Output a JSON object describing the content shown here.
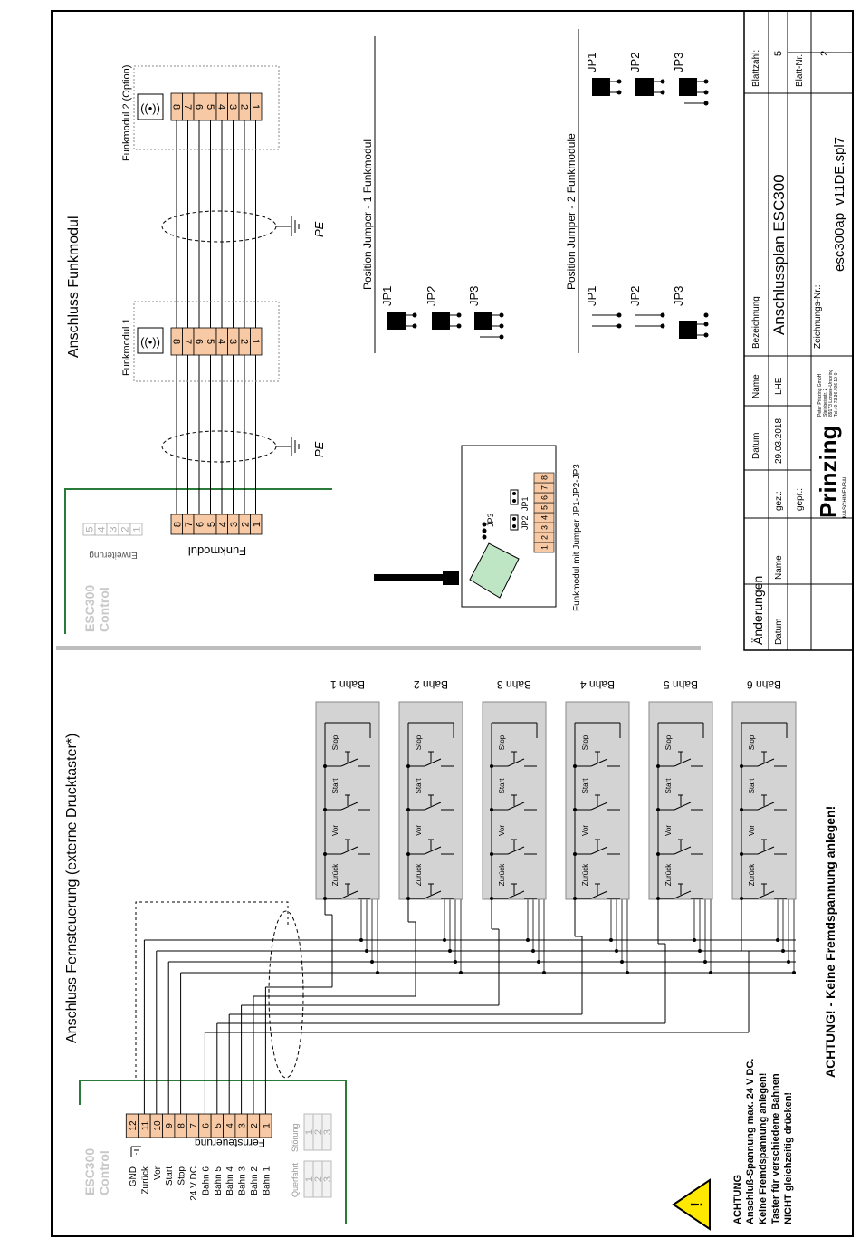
{
  "sections": {
    "funkmodul_title": "Anschluss Funkmodul",
    "fernsteuerung_title": "Anschluss Fernsteuerung (externe Drucktaster*)"
  },
  "brand_top": [
    "ESC300",
    "Control"
  ],
  "brand_bottom": [
    "ESC300",
    "Control"
  ],
  "erweiterung": {
    "label": "Erweiterung",
    "pins": [
      "5",
      "4",
      "3",
      "2",
      "1"
    ]
  },
  "funkmodul_connector": {
    "label": "Funkmodul",
    "pins": [
      "8",
      "7",
      "6",
      "5",
      "4",
      "3",
      "2",
      "1"
    ]
  },
  "module1": {
    "label": "Funkmodul 1",
    "pins": [
      "8",
      "7",
      "6",
      "5",
      "4",
      "3",
      "2",
      "1"
    ]
  },
  "module2": {
    "label": "Funkmodul 2 (Option)",
    "pins": [
      "8",
      "7",
      "6",
      "5",
      "4",
      "3",
      "2",
      "1"
    ]
  },
  "pe_label": "PE",
  "jumper1": {
    "title": "Position Jumper - 1 Funkmodul",
    "labels": [
      "JP1",
      "JP2",
      "JP3"
    ]
  },
  "jumper2": {
    "title": "Position Jumper - 2 Funkmodule",
    "labels": [
      "JP1",
      "JP2",
      "JP3"
    ]
  },
  "module_photo": {
    "caption": "Funkmodul mit Jumper JP1-JP2-JP3",
    "pins": [
      "1",
      "2",
      "3",
      "4",
      "5",
      "6",
      "7",
      "8"
    ],
    "jp_labels": [
      "JP3",
      "JP2",
      "JP1"
    ]
  },
  "fernsteuerung_connector": {
    "label": "Fernsteuerung",
    "pins": [
      "12",
      "11",
      "10",
      "9",
      "8",
      "7",
      "6",
      "5",
      "4",
      "3",
      "2",
      "1"
    ],
    "signals": [
      "GND",
      "Zurück",
      "Vor",
      "Start",
      "Stop",
      "24 V DC",
      "Bahn 6",
      "Bahn 5",
      "Bahn 4",
      "Bahn 3",
      "Bahn 2",
      "Bahn 1"
    ]
  },
  "querfahrt": {
    "label": "Querfahrt",
    "pins": [
      "1",
      "2",
      "3"
    ]
  },
  "stoerung": {
    "label": "Störung",
    "pins": [
      "1",
      "2",
      "3"
    ]
  },
  "lanes": [
    "Bahn 1",
    "Bahn 2",
    "Bahn 3",
    "Bahn 4",
    "Bahn 5",
    "Bahn 6"
  ],
  "buttons": [
    "Stop",
    "Start",
    "Vor",
    "Zurück"
  ],
  "warning": {
    "title": "ACHTUNG",
    "lines": [
      "Anschluß-Spannung max. 24 V DC.",
      "Keine Fremdspannung anlegen!",
      "Taster für verschiedene Bahnen",
      "NICHT gleichzeitig drücken!"
    ],
    "bottom": "ACHTUNG! - Keine Fremdspannung anlegen!"
  },
  "title_block": {
    "blattzahl_label": "Blattzahl:",
    "blattzahl": "5",
    "blattnr_label": "Blatt-Nr.:",
    "blattnr": "2",
    "bezeichnung_label": "Bezeichnung",
    "bezeichnung": "Anschlussplan ESC300",
    "zeichnungsnr_label": "Zeichnungs-Nr.:",
    "zeichnungsnr": "esc300ap_v11DE.spl7",
    "datum_label": "Datum",
    "name_label": "Name",
    "gez_label": "gez.:",
    "gez_datum": "29.03.2018",
    "gez_name": "LHE",
    "gepr_label": "gepr.:",
    "aenderungen_label": "Änderungen",
    "aend_datum": "Datum",
    "aend_name": "Name",
    "company": "Prinzing",
    "company_sub": "MASCHINENBAU",
    "address": [
      "Peter Prinzing GmbH",
      "Steinbeisstr. 2",
      "89173 Lonsee-Urspring",
      "Tel.: 0 73 36 / 96 10-0"
    ]
  },
  "colors": {
    "terminal": "#f7c9a4",
    "ground_line": "#2a7a3a",
    "button_box": "#d3d3d3",
    "module_green": "#bfe6c4",
    "brand_grey": "#c8c8c8"
  }
}
